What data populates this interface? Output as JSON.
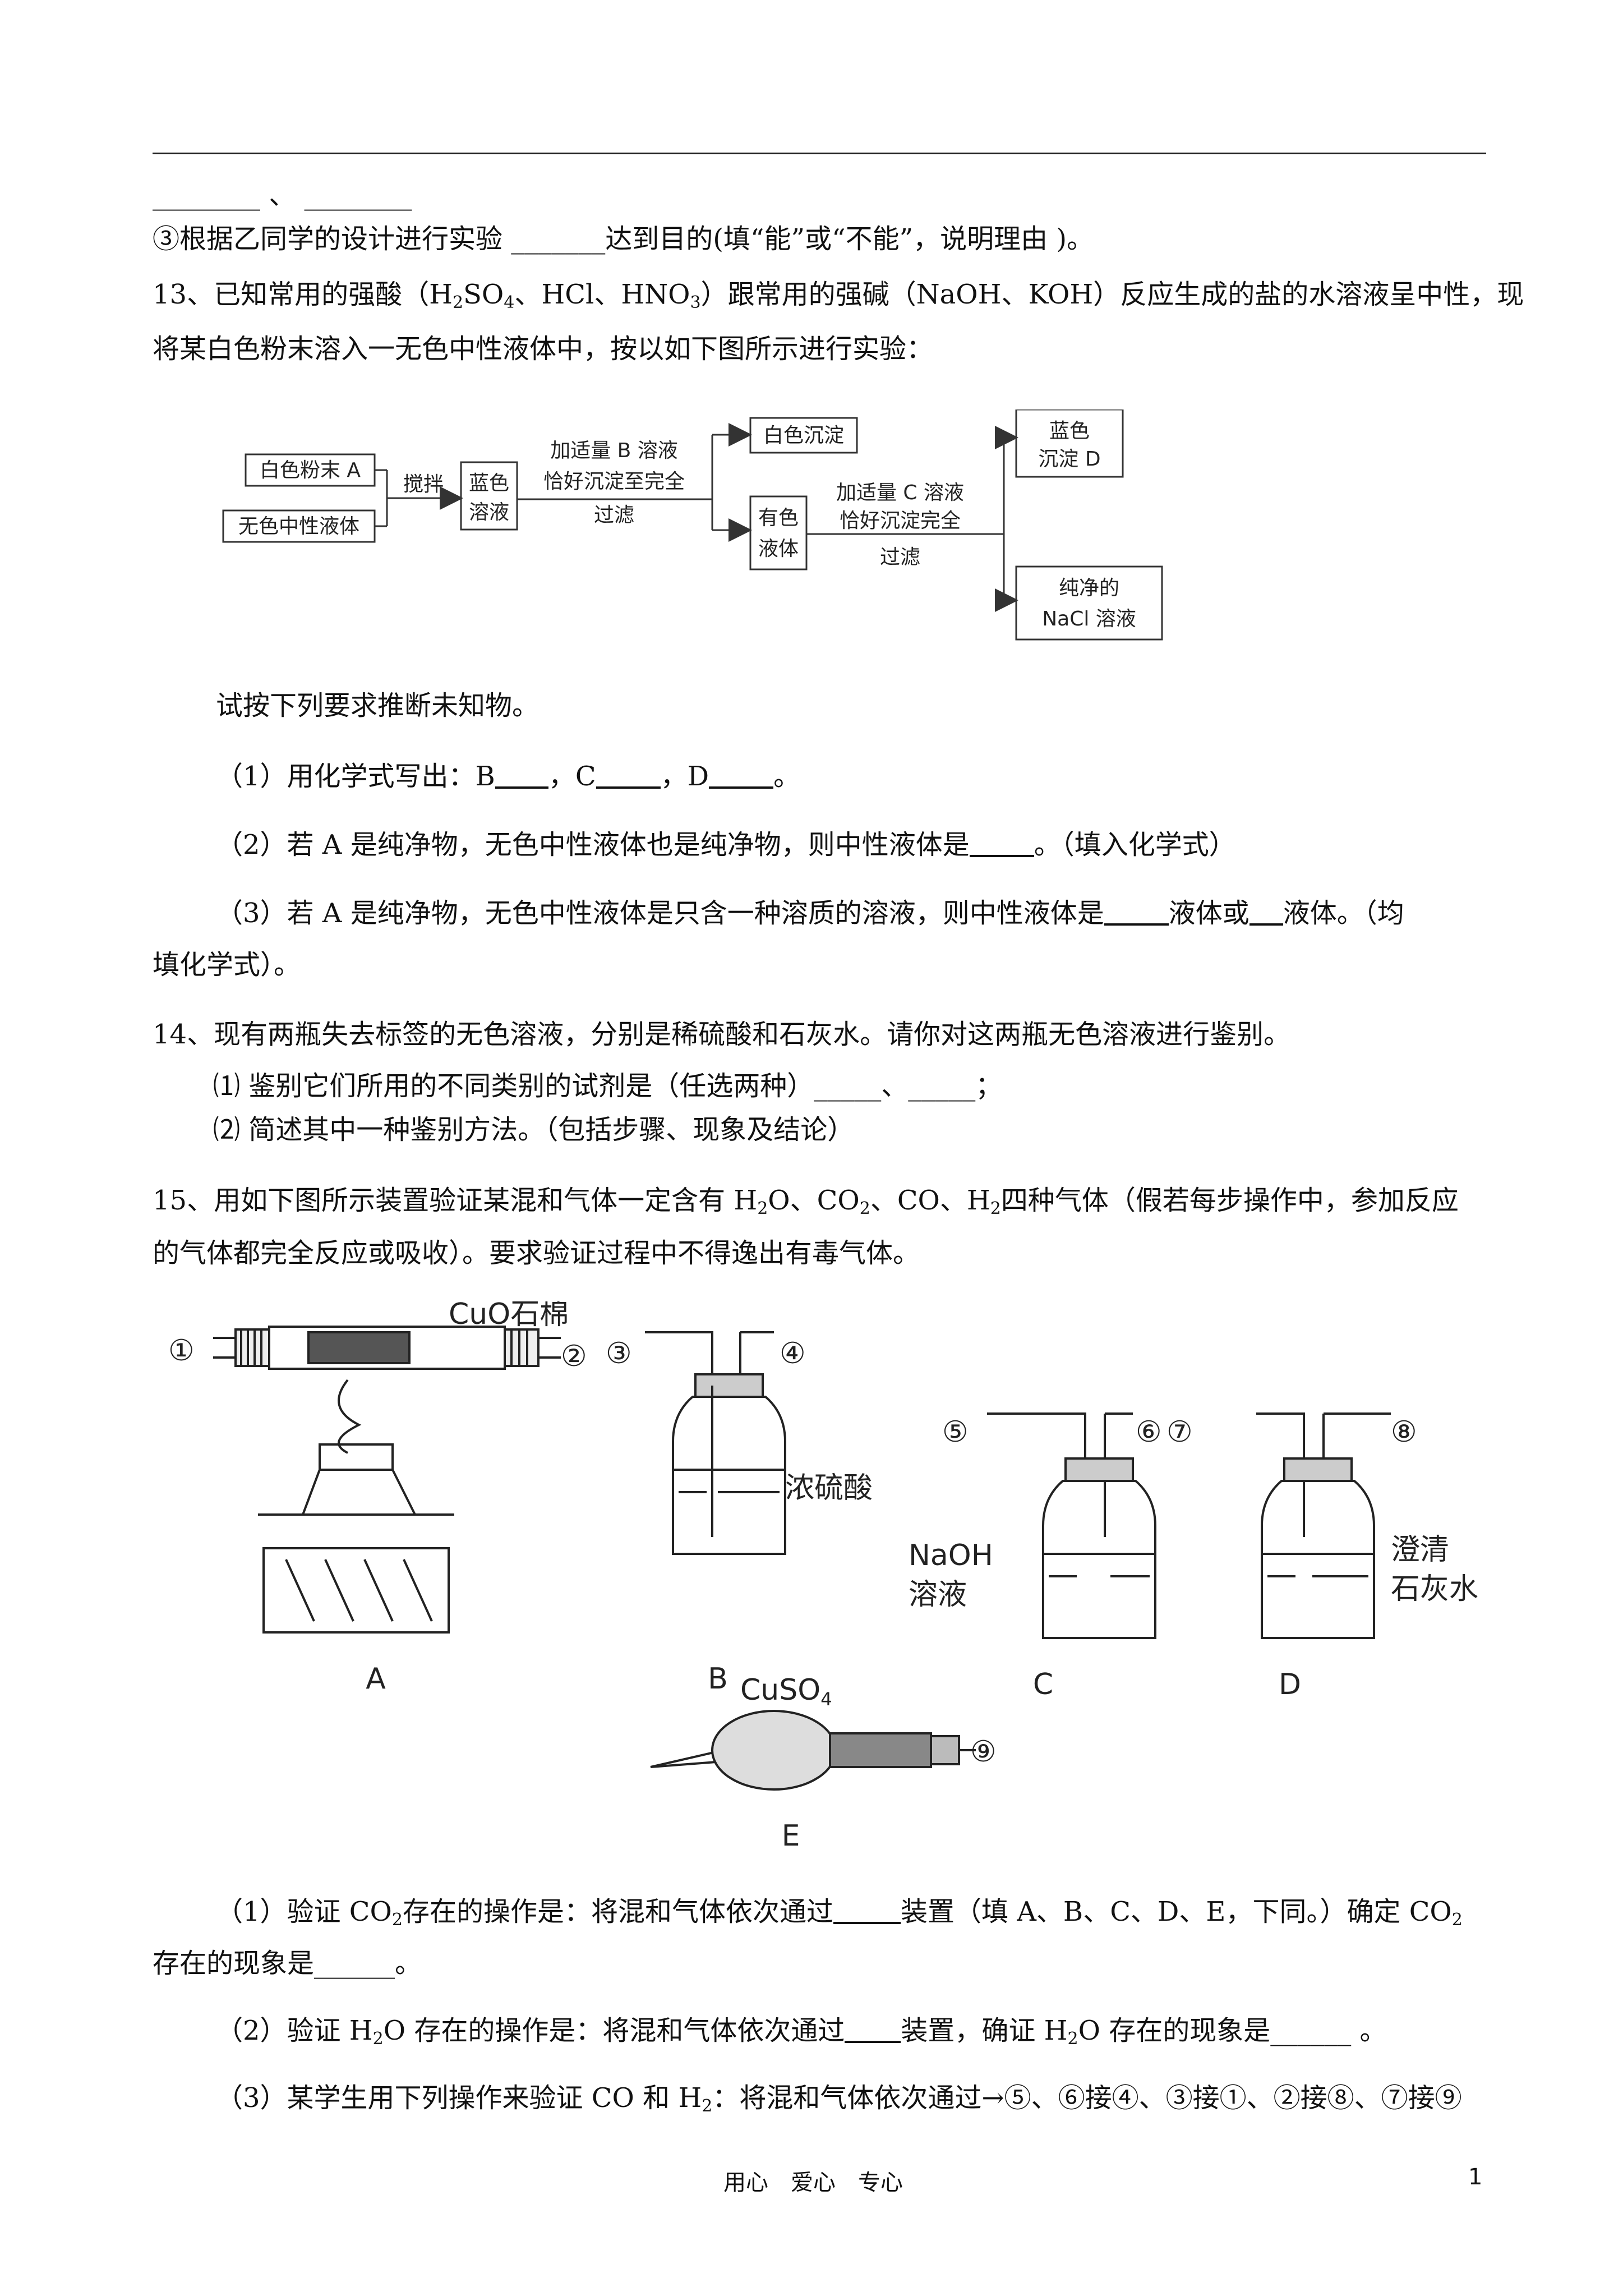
{
  "lines": {
    "l0": "________ 、 ________",
    "l1": "③根据乙同学的设计进行实验 _______达到目的(填“能”或“不能”，说明理由 )。",
    "q13_a": "13、已知常用的强酸（H",
    "q13_b": "SO",
    "q13_c": "、HCl、HNO",
    "q13_d": "）跟常用的强碱（NaOH、KOH）反应生成的盐的水溶液呈中性，现",
    "q13_2": "将某白色粉末溶入一无色中性液体中，按以如下图所示进行实验：",
    "q13_try": "试按下列要求推断未知物。",
    "q13_1_a": "（1）用化学式写出：B",
    "q13_1_b": "，C",
    "q13_1_c": "，D",
    "q13_1_d": "。",
    "q13_2_a": "（2）若 A 是纯净物，无色中性液体也是纯净物，则中性液体是",
    "q13_2_b": "。（填入化学式）",
    "q13_3_a": "（3）若 A 是纯净物，无色中性液体是只含一种溶质的溶液，则中性液体是",
    "q13_3_b": "液体或",
    "q13_3_c": "液体。（均",
    "q13_3_d": "填化学式）。",
    "q14": "14、现有两瓶失去标签的无色溶液，分别是稀硫酸和石灰水。请你对这两瓶无色溶液进行鉴别。",
    "q14_1": "⑴ 鉴别它们所用的不同类别的试剂是（任选两种）_____、_____；",
    "q14_2": "⑵ 简述其中一种鉴别方法。（包括步骤、现象及结论）",
    "q15_a": "15、用如下图所示装置验证某混和气体一定含有 H",
    "q15_b": "O、CO",
    "q15_c": "、CO、H",
    "q15_d": "四种气体（假若每步操作中，参加反应",
    "q15_2": "的气体都完全反应或吸收）。要求验证过程中不得逸出有毒气体。",
    "q15_1_a": "（1）验证 CO",
    "q15_1_b": "存在的操作是：将混和气体依次通过",
    "q15_1_c": "装置（填 A、B、C、D、E，下同。）确定 CO",
    "q15_1_d": "存在的现象是______。",
    "q15_2_a": "（2）验证 H",
    "q15_2_b": "O 存在的操作是：将混和气体依次通过",
    "q15_2_c": "装置，确证 H",
    "q15_2_d": "O 存在的现象是______ 。",
    "q15_3_a": "（3）某学生用下列操作来验证 CO 和 H",
    "q15_3_b": "：将混和气体依次通过→⑤、⑥接④、③接①、②接⑧、⑦接⑨",
    "sub2": "2",
    "sub3": "3",
    "sub4": "4"
  },
  "flowchart": {
    "powder_a": "白色粉末 A",
    "neutral_liquid": "无色中性液体",
    "stir": "搅拌",
    "blue_sol_1": "蓝色",
    "blue_sol_2": "溶液",
    "add_b_1": "加适量 B 溶液",
    "add_b_2": "恰好沉淀至完全",
    "add_b_3": "过滤",
    "white_ppt": "白色沉淀",
    "colored_1": "有色",
    "colored_2": "液体",
    "add_c_1": "加适量 C 溶液",
    "add_c_2": "恰好沉淀完全",
    "add_c_3": "过滤",
    "blue_ppt_1": "蓝色",
    "blue_ppt_2": "沉淀 D",
    "nacl_1": "纯净的",
    "nacl_2": "NaCl 溶液"
  },
  "apparatus": {
    "cuo": "CuO石棉",
    "n1": "①",
    "n2": "②",
    "n3": "③",
    "n4": "④",
    "n5": "⑤",
    "n6": "⑥",
    "n7": "⑦",
    "n8": "⑧",
    "n9": "⑨",
    "b_label": "浓硫酸",
    "c_label_1": "NaOH",
    "c_label_2": "溶液",
    "d_label_1": "澄清",
    "d_label_2": "石灰水",
    "cuso4_a": "CuSO",
    "cuso4_b": "4",
    "A": "A",
    "B": "B",
    "C": "C",
    "D": "D",
    "E": "E"
  },
  "footer": {
    "motto": "用心　爱心　专心",
    "page": "1"
  }
}
